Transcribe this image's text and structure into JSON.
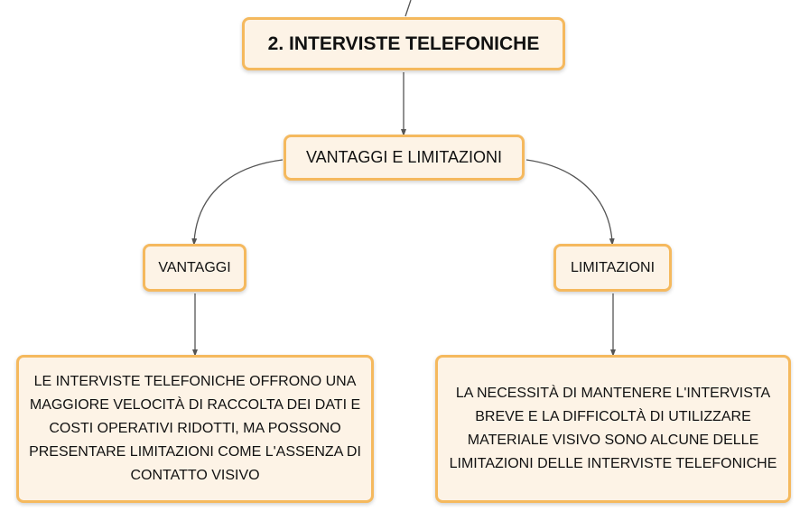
{
  "colors": {
    "node_fill": "#fdf3e6",
    "node_border": "#f5b95e",
    "connector": "#555555"
  },
  "nodes": {
    "title": "2. INTERVISTE TELEFONICHE",
    "pros_and_cons": "VANTAGGI E LIMITAZIONI",
    "advantages": "VANTAGGI",
    "limitations": "LIMITAZIONI",
    "advantages_text": "LE INTERVISTE TELEFONICHE OFFRONO UNA MAGGIORE VELOCITÀ DI RACCOLTA DEI DATI E COSTI OPERATIVI RIDOTTI, MA POSSONO PRESENTARE LIMITAZIONI COME L'ASSENZA DI CONTATTO VISIVO",
    "limitations_text": "LA NECESSITÀ DI MANTENERE L'INTERVISTA BREVE E LA DIFFICOLTÀ DI UTILIZZARE MATERIALE VISIVO SONO ALCUNE DELLE LIMITAZIONI DELLE INTERVISTE TELEFONICHE"
  }
}
